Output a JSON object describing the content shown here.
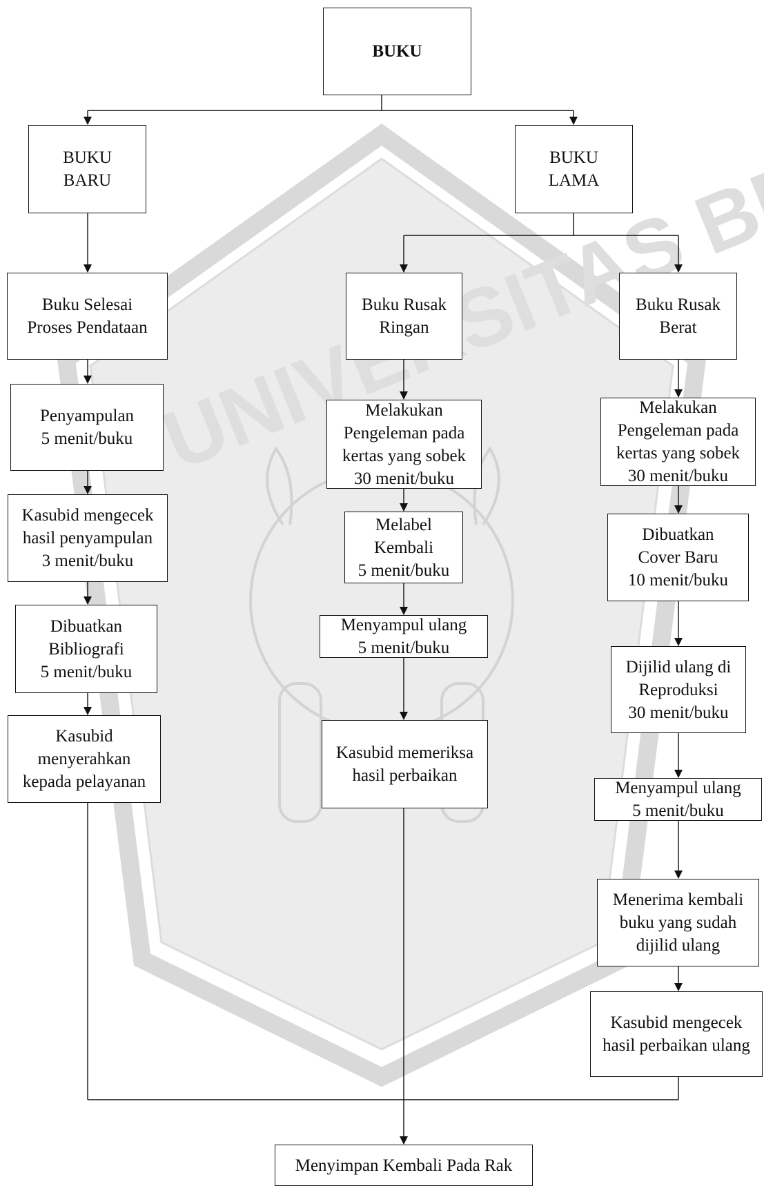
{
  "watermark": {
    "lettering": "UNIVERSITAS BRAWIJAYA",
    "color": "#e3e3e3",
    "seal_color": "#d9d9d9"
  },
  "nodes": {
    "root": "BUKU",
    "new_book": "BUKU\nBARU",
    "old_book": "BUKU\nLAMA",
    "new_1": "Buku Selesai\nProses Pendataan",
    "new_2": "Penyampulan\n5 menit/buku",
    "new_3": "Kasubid mengecek\nhasil penyampulan\n3 menit/buku",
    "new_4": "Dibuatkan\nBibliografi\n5 menit/buku",
    "new_5": "Kasubid\nmenyerahkan\nkepada pelayanan",
    "light_1": "Buku Rusak\nRingan",
    "light_2": "Melakukan\nPengeleman pada\nkertas yang sobek\n30 menit/buku",
    "light_3": "Melabel\nKembali\n5 menit/buku",
    "light_4": "Menyampul ulang\n5 menit/buku",
    "light_5": "Kasubid memeriksa\nhasil perbaikan",
    "heavy_1": "Buku Rusak\nBerat",
    "heavy_2": "Melakukan\nPengeleman pada\nkertas yang sobek\n30 menit/buku",
    "heavy_3": "Dibuatkan\nCover Baru\n10 menit/buku",
    "heavy_4": "Dijilid ulang di\nReproduksi\n30 menit/buku",
    "heavy_5": "Menyampul ulang\n5 menit/buku",
    "heavy_6": "Menerima kembali\nbuku yang sudah\ndijilid ulang",
    "heavy_7": "Kasubid mengecek\nhasil perbaikan ulang",
    "final": "Menyimpan Kembali Pada Rak"
  }
}
